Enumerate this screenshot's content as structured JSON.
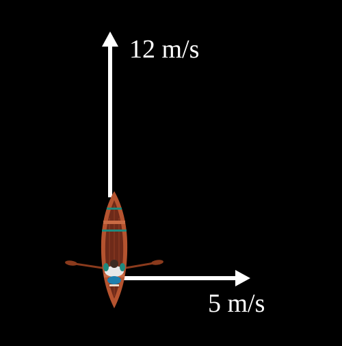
{
  "vectors": {
    "vertical": {
      "label": "12 m/s",
      "direction": "up",
      "color": "#ffffff"
    },
    "horizontal": {
      "label": "5 m/s",
      "direction": "right",
      "color": "#ffffff"
    }
  },
  "background_color": "#000000",
  "boat": {
    "hull_color": "#b5532f",
    "deck_color": "#6e2a19",
    "trim_color": "#1f8a7e",
    "oar_color": "#8a3a1c"
  }
}
